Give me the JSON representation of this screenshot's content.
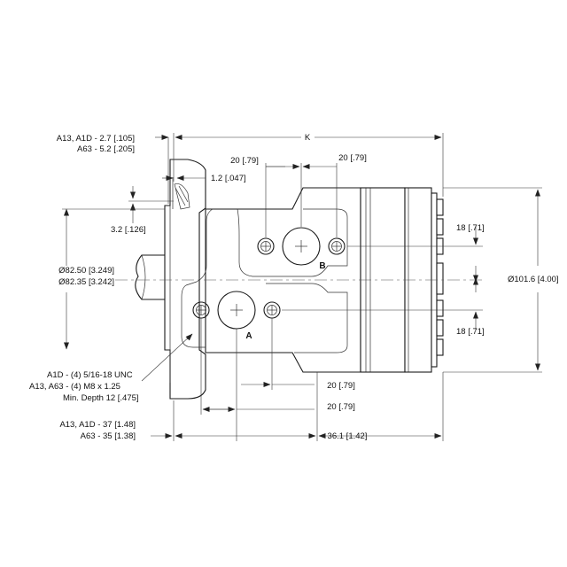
{
  "labels": {
    "k": "K",
    "thick_a13_a1d": "A13, A1D -  2.7 [.105]",
    "thick_a63": "A63 -  5.2 [.205]",
    "pilot_step": "1.2 [.047]",
    "pilot_depth": "3.2 [.126]",
    "pilot_dia_max": "Ø82.50 [3.249]",
    "pilot_dia_min": "Ø82.35 [3.242]",
    "port_spacing_left": "20 [.79]",
    "port_spacing_right": "20 [.79]",
    "port_offset_top": "18 [.71]",
    "port_offset_bottom": "18 [.71]",
    "body_dia": "Ø101.6 [4.00]",
    "port_b": "B",
    "port_a": "A",
    "thread_a1d": "A1D -  (4) 5/16-18 UNC",
    "thread_a13_a63": "A13, A63 -  (4) M8 x 1.25",
    "thread_depth": "Min. Depth 12 [.475]",
    "hole_spacing_upper": "20 [.79]",
    "hole_spacing_lower": "20 [.79]",
    "length_a13_a1d": "A13, A1D -  37 [1.48]",
    "length_a63": "A63 -  35 [1.38]",
    "length_end": "36.1 [1.42]"
  }
}
